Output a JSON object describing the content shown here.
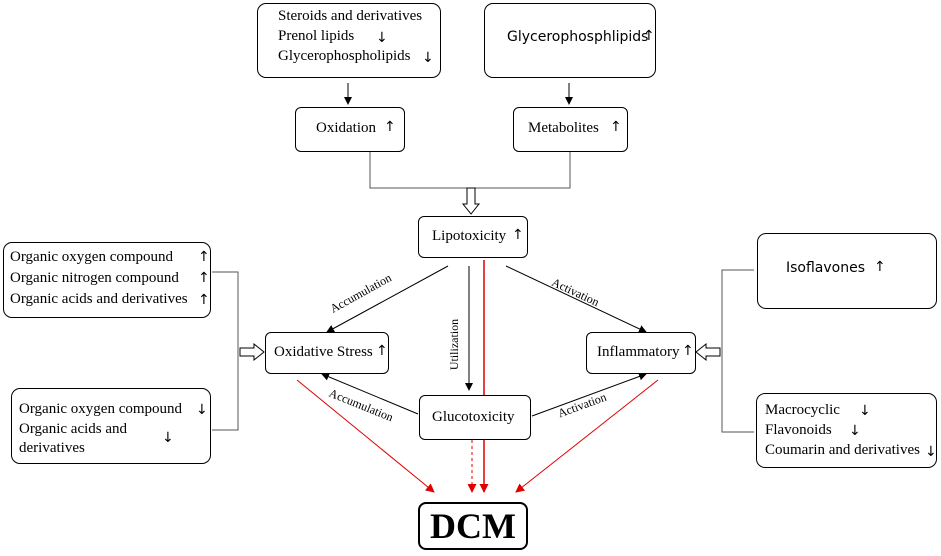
{
  "top_left_box": {
    "items": [
      "Steroids and derivatives",
      "Prenol lipids",
      "Glycerophospholipids"
    ],
    "arrows": [
      "",
      "↓",
      "↓"
    ]
  },
  "top_right_box": {
    "label": "Glycerophosphlipids",
    "arrow": "↑"
  },
  "oxidation": {
    "label": "Oxidation",
    "arrow": "↑"
  },
  "metabolites": {
    "label": "Metabolites",
    "arrow": "↑"
  },
  "lipotoxicity": {
    "label": "Lipotoxicity",
    "arrow": "↑"
  },
  "oxidative_stress": {
    "label": "Oxidative Stress",
    "arrow": "↑"
  },
  "inflammatory": {
    "label": "Inflammatory",
    "arrow": "↑"
  },
  "glucotoxicity": {
    "label": "Glucotoxicity"
  },
  "dcm": {
    "label": "DCM"
  },
  "left_upper_box": {
    "items": [
      "Organic oxygen compound",
      "Organic nitrogen compound",
      "Organic acids and derivatives"
    ],
    "arrows": [
      "↑",
      "↑",
      "↑"
    ]
  },
  "left_lower_box": {
    "items": [
      "Organic oxygen compound",
      "Organic acids and",
      "derivatives"
    ],
    "arrows": [
      "↓",
      "↓"
    ]
  },
  "right_upper_box": {
    "label": "Isoflavones",
    "arrow": "↑"
  },
  "right_lower_box": {
    "items": [
      "Macrocyclic",
      "Flavonoids",
      "Coumarin and derivatives"
    ],
    "arrows": [
      "↓",
      "↓",
      "↓"
    ]
  },
  "edge_labels": {
    "accumulation_top": "Accumulation",
    "accumulation_bottom": "Accumulation",
    "activation_top": "Activation",
    "activation_bottom": "Activation",
    "utilization": "Utilization"
  }
}
